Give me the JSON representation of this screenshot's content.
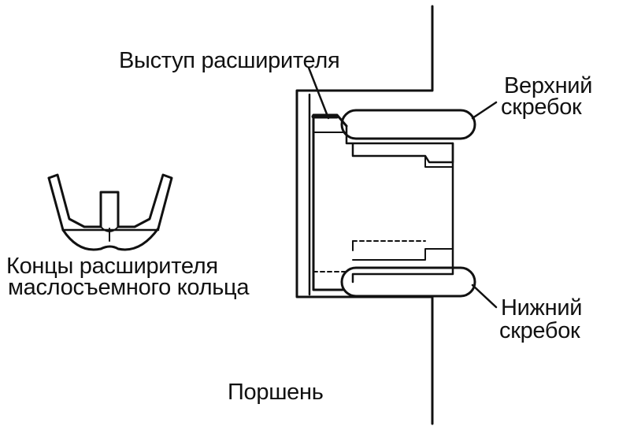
{
  "labels": {
    "expander_tab": "Выступ расширителя",
    "upper_rail_line1": "Верхний",
    "upper_rail_line2": "скребок",
    "expander_ends_line1": "Концы расширителя",
    "expander_ends_line2": "маслосъемного кольца",
    "lower_rail_line1": "Нижний",
    "lower_rail_line2": "скребок",
    "piston": "Поршень"
  },
  "colors": {
    "ink": "#111111",
    "background": "#ffffff"
  }
}
